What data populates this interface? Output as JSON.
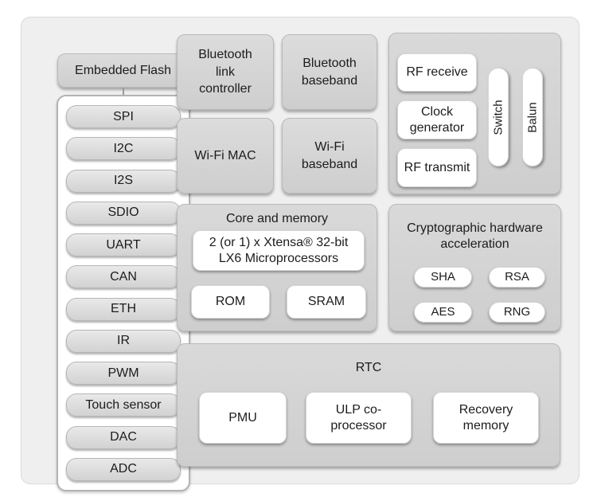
{
  "diagram": {
    "left_column": {
      "flash_label": "Embedded Flash",
      "peripherals": [
        "SPI",
        "I2C",
        "I2S",
        "SDIO",
        "UART",
        "CAN",
        "ETH",
        "IR",
        "PWM",
        "Touch sensor",
        "DAC",
        "ADC"
      ]
    },
    "wireless": {
      "bluetooth_link_controller": "Bluetooth link controller",
      "bluetooth_baseband": "Bluetooth baseband",
      "wifi_mac": "Wi-Fi MAC",
      "wifi_baseband": "Wi-Fi baseband"
    },
    "radio": {
      "rf_receive": "RF receive",
      "clock_generator": "Clock generator",
      "rf_transmit": "RF transmit",
      "switch": "Switch",
      "balun": "Balun"
    },
    "core": {
      "title": "Core and memory",
      "processor": "2 (or 1) x Xtensa® 32-bit LX6 Microprocessors",
      "rom": "ROM",
      "sram": "SRAM"
    },
    "crypto": {
      "title": "Cryptographic hardware acceleration",
      "sha": "SHA",
      "rsa": "RSA",
      "aes": "AES",
      "rng": "RNG"
    },
    "rtc": {
      "title": "RTC",
      "pmu": "PMU",
      "ulp": "ULP co-processor",
      "recovery": "Recovery memory"
    }
  },
  "colors": {
    "page_bg": "#ffffff",
    "outer_fill": "#efefef",
    "outer_border": "#d9d9d9",
    "section_fill": "#d3d3d3",
    "section_border": "#b9b9b9",
    "pill_border": "#b6b6b6",
    "white_box": "#ffffff",
    "text": "#1c1c1c"
  }
}
